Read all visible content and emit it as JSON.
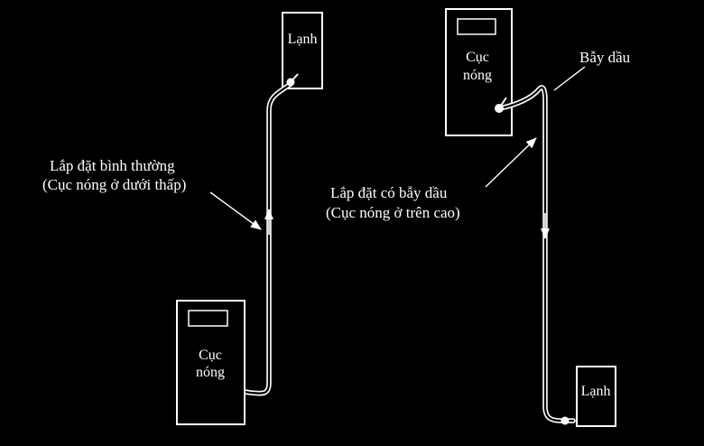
{
  "colors": {
    "background": "#000000",
    "line": "#ffffff"
  },
  "left_diagram": {
    "caption_line1": "Lắp đặt bình thường",
    "caption_line2": "(Cục nóng ở dưới thấp)",
    "indoor_unit_label": "Lạnh",
    "outdoor_unit_label_line1": "Cục",
    "outdoor_unit_label_line2": "nóng"
  },
  "right_diagram": {
    "caption_line1": "Lắp đặt có bẫy dầu",
    "caption_line2": "(Cục nóng ở trên cao)",
    "oil_trap_label": "Bẫy dầu",
    "outdoor_unit_label_line1": "Cục",
    "outdoor_unit_label_line2": "nóng",
    "indoor_unit_label": "Lạnh"
  }
}
